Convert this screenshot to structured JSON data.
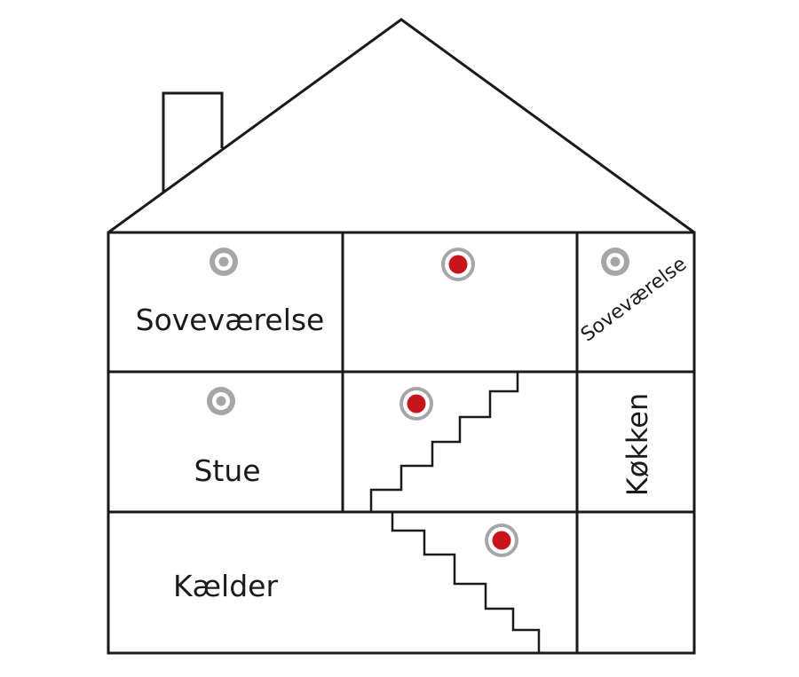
{
  "rooms": {
    "bedroom_left": "Soveværelse",
    "bedroom_right": "Soveværelse",
    "living_room": "Stue",
    "kitchen": "Køkken",
    "basement": "Kælder"
  },
  "detectors": [
    {
      "id": "bedroom-left",
      "state": "inactive"
    },
    {
      "id": "hallway-upper",
      "state": "active"
    },
    {
      "id": "bedroom-right",
      "state": "inactive"
    },
    {
      "id": "living-room",
      "state": "inactive"
    },
    {
      "id": "stairwell",
      "state": "active"
    },
    {
      "id": "basement",
      "state": "active"
    }
  ],
  "colors": {
    "outline": "#1a1a1a",
    "detector_ring": "#a6a6a6",
    "detector_active": "#c8151b",
    "detector_inactive_center": "#ffffff"
  }
}
